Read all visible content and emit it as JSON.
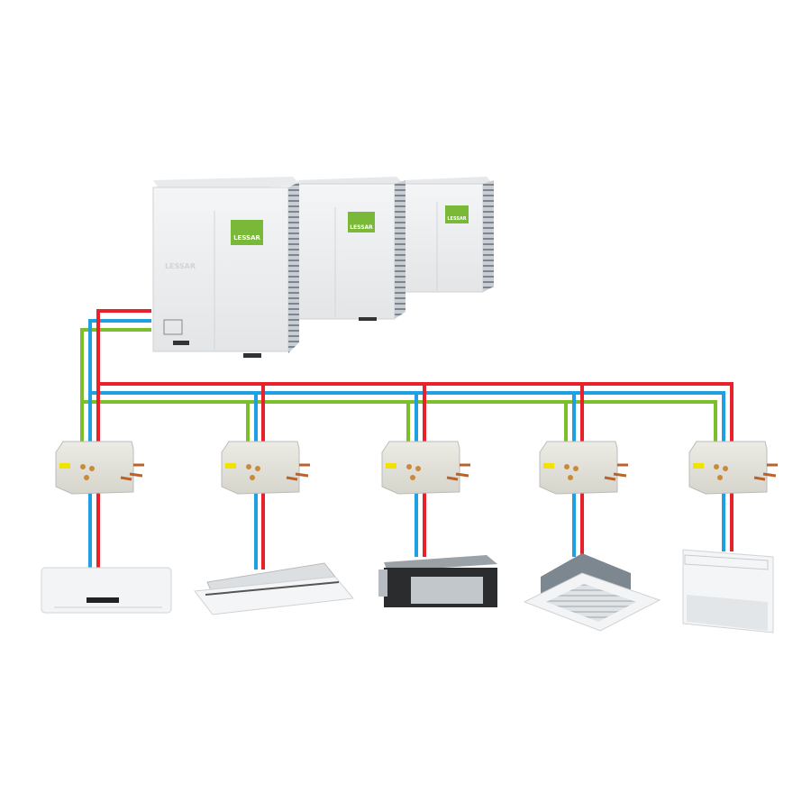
{
  "diagram": {
    "title": "VRF system with three outdoor units, five branch boxes and five indoor units",
    "brand_logo": "LESSAR",
    "outdoor_units": [
      {
        "logo": "LESSAR"
      },
      {
        "logo": "LESSAR"
      },
      {
        "logo": "LESSAR"
      }
    ],
    "pipe_colors": {
      "hot_gas": "#e8212a",
      "liquid": "#1fa0e0",
      "suction": "#7cbf2a"
    },
    "indoor_units": [
      {
        "type": "wall-mounted"
      },
      {
        "type": "one-way-cassette"
      },
      {
        "type": "ducted"
      },
      {
        "type": "four-way-cassette"
      },
      {
        "type": "floor-ceiling"
      }
    ],
    "brand_color": "#7ab837"
  }
}
